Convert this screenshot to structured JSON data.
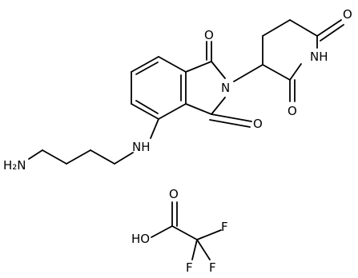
{
  "structure": {
    "lenalidomide_amine": {
      "O_top": "O",
      "N_imide": "N",
      "O_bottom": "O",
      "O_ring": "O",
      "NH_piperidine": "NH",
      "O_piperidine": "O",
      "NH_aryl": "NH",
      "NH2": "H₂N"
    },
    "counterion": {
      "O_carbonyl": "O",
      "HO": "HO",
      "F_top": "F",
      "F_left": "F",
      "F_right": "F"
    }
  },
  "colors": {
    "bond": "#000000",
    "label": "#000000",
    "background": "#ffffff"
  }
}
